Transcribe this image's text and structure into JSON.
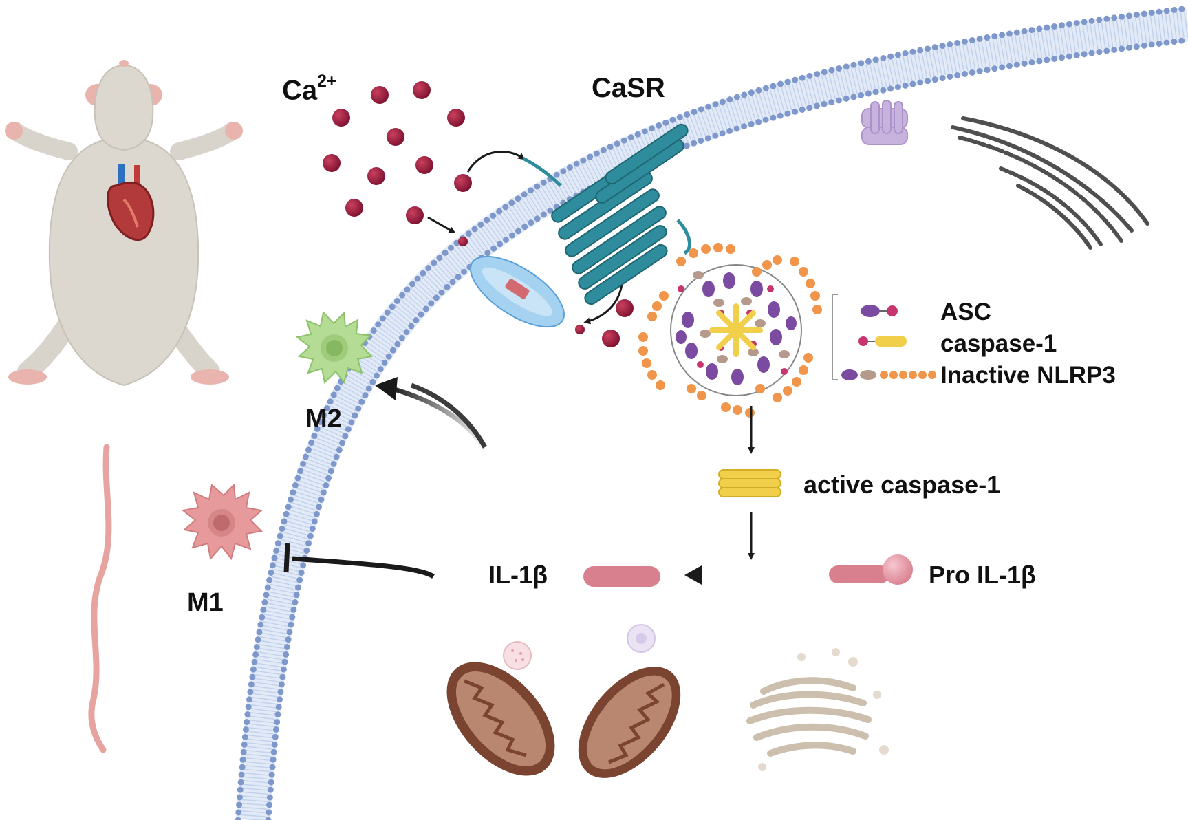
{
  "labels": {
    "ca": "Ca",
    "ca_charge": "2+",
    "casr": "CaSR",
    "asc": "ASC",
    "caspase1": "caspase-1",
    "inactive_nlrp3": "Inactive NLRP3",
    "active_caspase1": "active caspase-1",
    "il1b": "IL-1β",
    "pro_il1b": "Pro IL-1β",
    "m2": "M2",
    "m1": "M1"
  },
  "colors": {
    "membrane_head": "#8ea6d6",
    "membrane_tail": "#cbd8ef",
    "calcium": "#98193a",
    "casr": "#2f8c9c",
    "channel": "#9fcdee",
    "asc": "#7b4aa1",
    "asc_pink": "#c8356e",
    "caspase": "#f2cf4a",
    "nlrp3_bead": "#f0954a",
    "il1b": "#d9808f",
    "m2_cell": "#a9d68a",
    "m1_cell": "#e79a9c",
    "mitochondria": "#7a4431",
    "golgi": "#d8cec2",
    "arrow": "#1a1a1a"
  },
  "icons": [
    "mouse-icon",
    "heart-icon",
    "casr-receptor-icon",
    "calcium-channel-icon",
    "inflammasome-icon",
    "mitochondria-icon",
    "golgi-icon",
    "vesicle-icon",
    "macrophage-icon"
  ]
}
